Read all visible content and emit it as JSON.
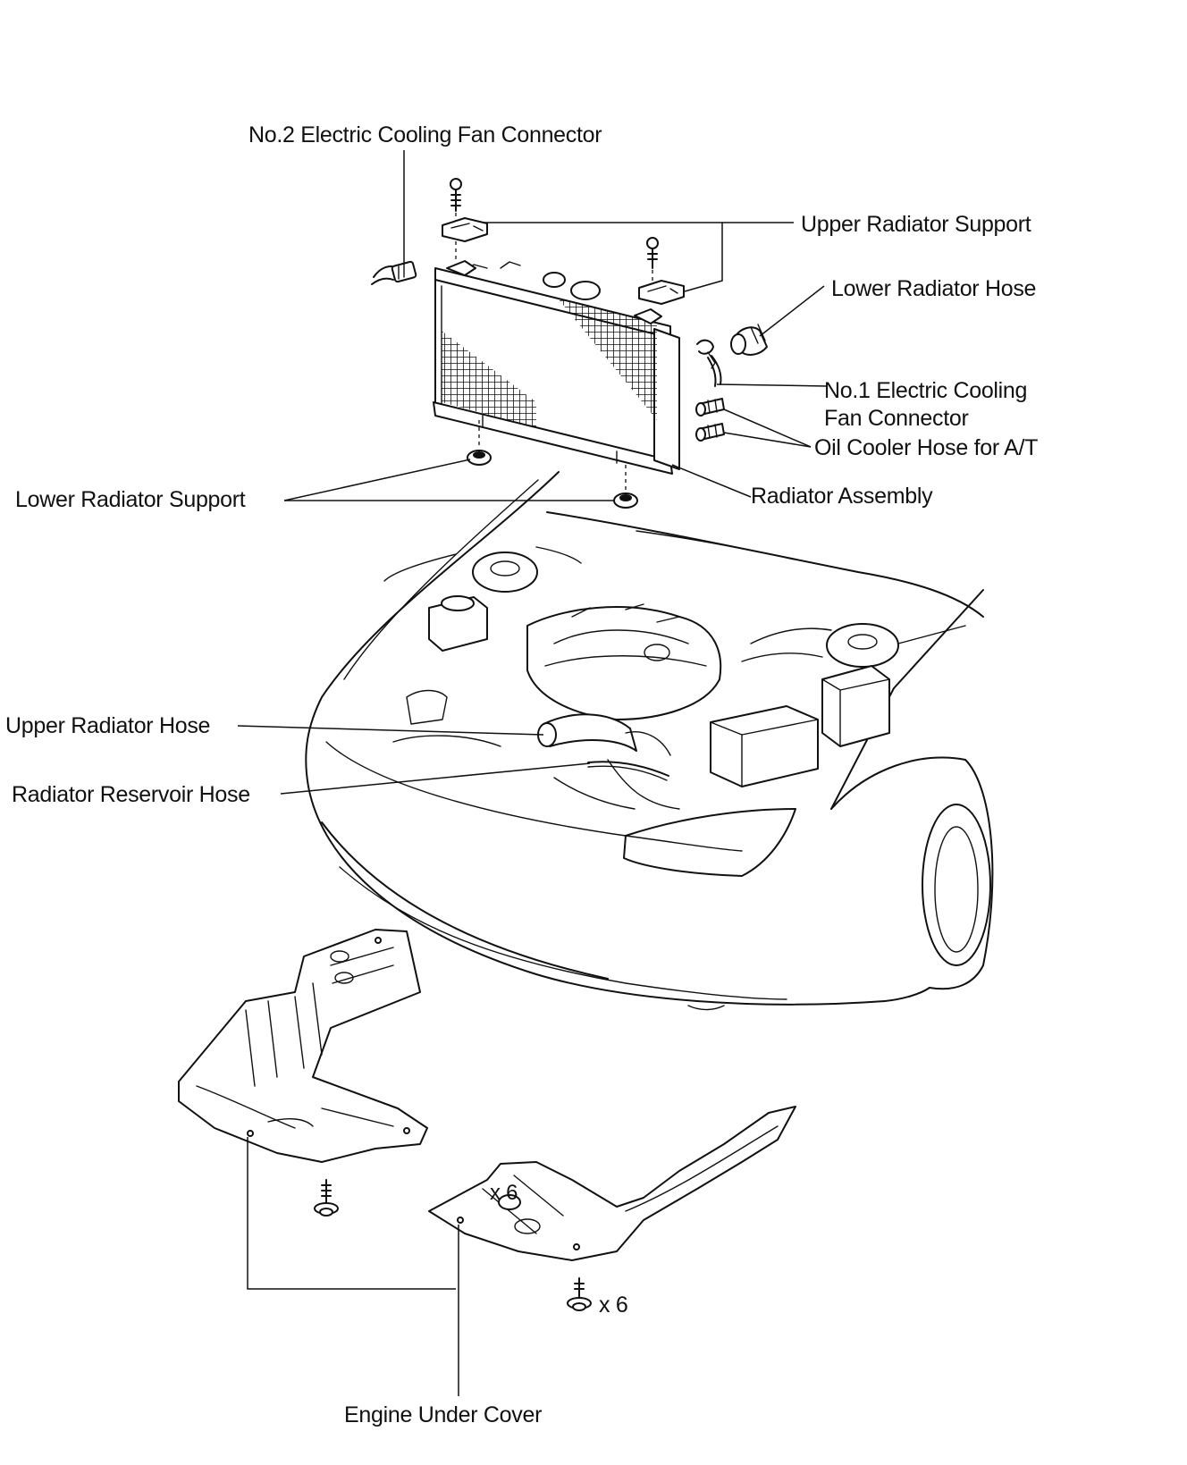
{
  "labels": {
    "no2_fan_connector": "No.2 Electric Cooling Fan Connector",
    "upper_radiator_support": "Upper Radiator Support",
    "lower_radiator_hose": "Lower Radiator Hose",
    "no1_fan_connector_line1": "No.1 Electric Cooling",
    "no1_fan_connector_line2": "Fan Connector",
    "oil_cooler_hose": "Oil Cooler Hose for A/T",
    "lower_radiator_support": "Lower Radiator Support",
    "radiator_assembly": "Radiator Assembly",
    "upper_radiator_hose": "Upper Radiator Hose",
    "radiator_reservoir_hose": "Radiator Reservoir Hose",
    "engine_under_cover": "Engine Under Cover",
    "bolt_count_on_cover": "x 6",
    "bolt_count": "x 6"
  },
  "icons": [
    "bolt-icon",
    "grommet-icon",
    "connector-icon",
    "hose-clamp-icon"
  ],
  "colors": {
    "ink": "#111111",
    "paper": "#ffffff"
  }
}
